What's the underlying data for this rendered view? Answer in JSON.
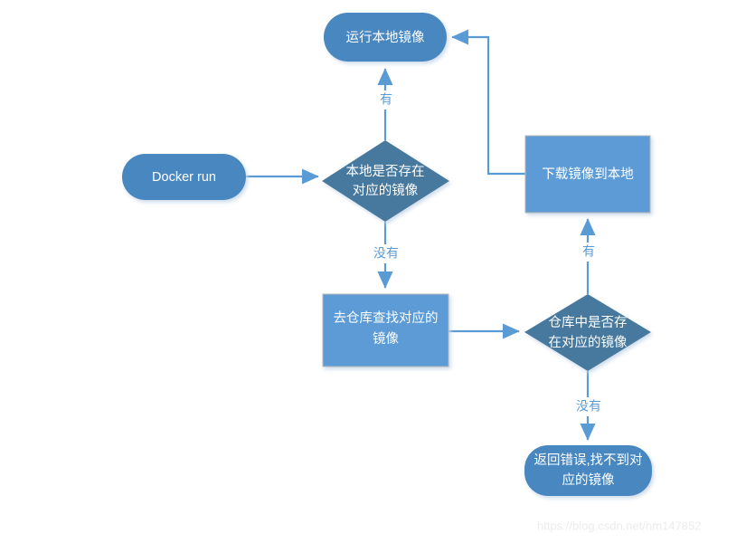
{
  "diagram": {
    "title": "Docker run image resolution flowchart",
    "nodes": [
      {
        "id": "docker-run",
        "label": "Docker run",
        "shape": "rounded",
        "color": "#4a87c0"
      },
      {
        "id": "local-check",
        "label_line1": "本地是否存在",
        "label_line2": "对应的镜像",
        "shape": "diamond",
        "color": "#46799f"
      },
      {
        "id": "run-local",
        "label": "运行本地镜像",
        "shape": "rounded",
        "color": "#4a87c0"
      },
      {
        "id": "search-repo",
        "label_line1": "去仓库查找对应的",
        "label_line2": "镜像",
        "shape": "rect",
        "color": "#5b9bd5"
      },
      {
        "id": "repo-check",
        "label_line1": "仓库中是否存",
        "label_line2": "在对应的镜像",
        "shape": "diamond",
        "color": "#46799f"
      },
      {
        "id": "download-image",
        "label": "下载镜像到本地",
        "shape": "rect",
        "color": "#5b9bd5"
      },
      {
        "id": "return-error",
        "label_line1": "返回错误,找不到对",
        "label_line2": "应的镜像",
        "shape": "rounded",
        "color": "#4a87c0"
      }
    ],
    "edge_labels": {
      "local_yes": "有",
      "local_no": "没有",
      "repo_yes": "有",
      "repo_no": "没有"
    },
    "edges": [
      {
        "from": "docker-run",
        "to": "local-check",
        "label": ""
      },
      {
        "from": "local-check",
        "to": "run-local",
        "label": "有"
      },
      {
        "from": "local-check",
        "to": "search-repo",
        "label": "没有"
      },
      {
        "from": "search-repo",
        "to": "repo-check",
        "label": ""
      },
      {
        "from": "repo-check",
        "to": "download-image",
        "label": "有"
      },
      {
        "from": "repo-check",
        "to": "return-error",
        "label": "没有"
      },
      {
        "from": "download-image",
        "to": "run-local",
        "label": ""
      }
    ],
    "connector_color": "#5b9bd5"
  },
  "watermark": {
    "text": "https://blog.csdn.net/nm147852",
    "color": "#ececec"
  }
}
